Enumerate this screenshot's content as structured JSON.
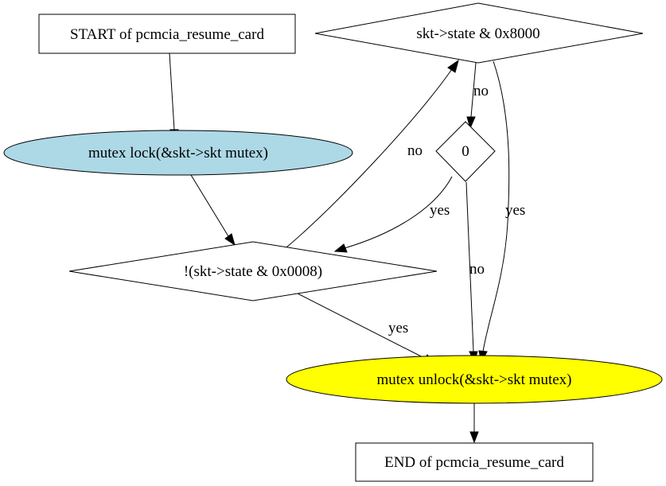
{
  "colors": {
    "background": "#ffffff",
    "stroke": "#000000",
    "lock_node_fill": "#add8e6",
    "unlock_node_fill": "#ffff00",
    "default_node_fill": "#ffffff"
  },
  "nodes": {
    "start": {
      "label": "START of pcmcia_resume_card",
      "shape": "box"
    },
    "lock": {
      "label": "mutex  lock(&skt->skt  mutex)",
      "shape": "ellipse"
    },
    "check_suspend": {
      "label": "!(skt->state & 0x0008)",
      "shape": "diamond"
    },
    "check_present": {
      "label": "skt->state & 0x8000",
      "shape": "diamond"
    },
    "zero": {
      "label": "0",
      "shape": "diamond"
    },
    "unlock": {
      "label": "mutex  unlock(&skt->skt  mutex)",
      "shape": "ellipse"
    },
    "end": {
      "label": "END of pcmcia_resume_card",
      "shape": "box"
    }
  },
  "edges": {
    "start_to_lock": {
      "from": "start",
      "to": "lock",
      "label": ""
    },
    "lock_to_check_suspend": {
      "from": "lock",
      "to": "check_suspend",
      "label": ""
    },
    "check_suspend_to_check_present": {
      "from": "check_suspend",
      "to": "check_present",
      "label": "no"
    },
    "check_suspend_to_unlock": {
      "from": "check_suspend",
      "to": "unlock",
      "label": "yes"
    },
    "check_present_to_zero": {
      "from": "check_present",
      "to": "zero",
      "label": "no"
    },
    "check_present_to_unlock": {
      "from": "check_present",
      "to": "unlock",
      "label": "yes"
    },
    "zero_to_check_suspend": {
      "from": "zero",
      "to": "check_suspend",
      "label": "yes"
    },
    "zero_to_unlock": {
      "from": "zero",
      "to": "unlock",
      "label": "no"
    },
    "unlock_to_end": {
      "from": "unlock",
      "to": "end",
      "label": ""
    }
  }
}
